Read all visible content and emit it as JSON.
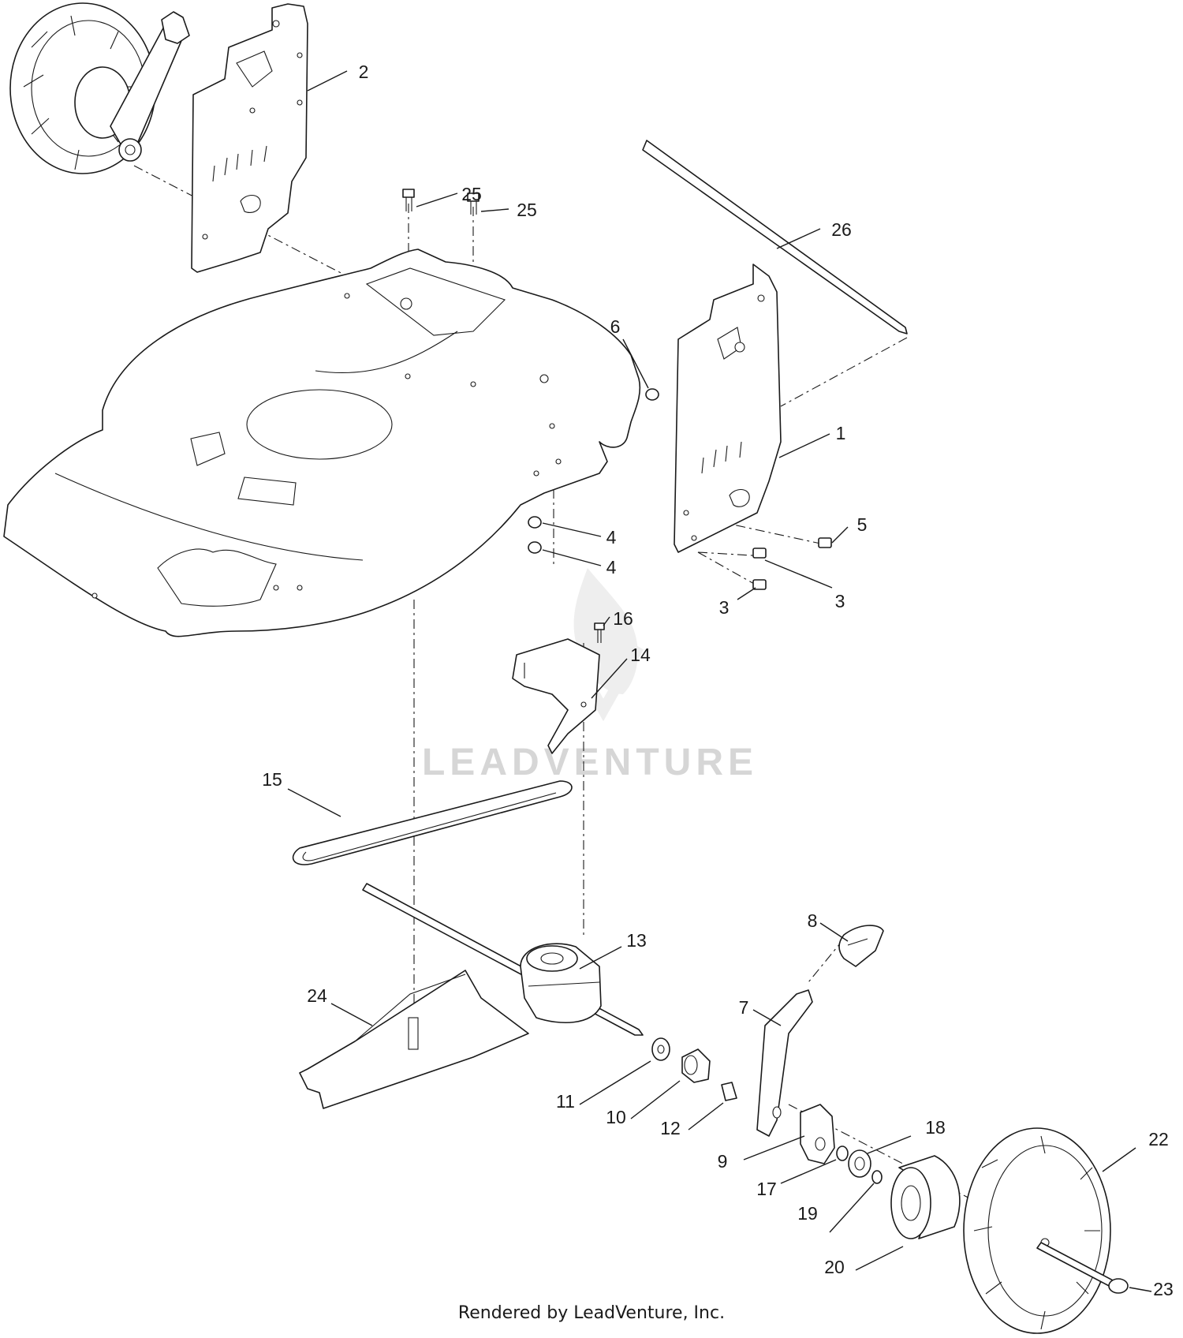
{
  "watermark": {
    "text": "LEADVENTURE"
  },
  "footer": {
    "credit": "Rendered by LeadVenture, Inc."
  },
  "callouts": [
    {
      "id": "c1",
      "label": "1"
    },
    {
      "id": "c2",
      "label": "2"
    },
    {
      "id": "c3a",
      "label": "3"
    },
    {
      "id": "c3b",
      "label": "3"
    },
    {
      "id": "c4a",
      "label": "4"
    },
    {
      "id": "c4b",
      "label": "4"
    },
    {
      "id": "c5",
      "label": "5"
    },
    {
      "id": "c6",
      "label": "6"
    },
    {
      "id": "c7",
      "label": "7"
    },
    {
      "id": "c8",
      "label": "8"
    },
    {
      "id": "c9",
      "label": "9"
    },
    {
      "id": "c10",
      "label": "10"
    },
    {
      "id": "c11",
      "label": "11"
    },
    {
      "id": "c12",
      "label": "12"
    },
    {
      "id": "c13",
      "label": "13"
    },
    {
      "id": "c14",
      "label": "14"
    },
    {
      "id": "c15",
      "label": "15"
    },
    {
      "id": "c16",
      "label": "16"
    },
    {
      "id": "c17",
      "label": "17"
    },
    {
      "id": "c18",
      "label": "18"
    },
    {
      "id": "c19",
      "label": "19"
    },
    {
      "id": "c20",
      "label": "20"
    },
    {
      "id": "c22",
      "label": "22"
    },
    {
      "id": "c23",
      "label": "23"
    },
    {
      "id": "c24",
      "label": "24"
    },
    {
      "id": "c25a",
      "label": "25"
    },
    {
      "id": "c25b",
      "label": "25"
    },
    {
      "id": "c26",
      "label": "26"
    }
  ]
}
